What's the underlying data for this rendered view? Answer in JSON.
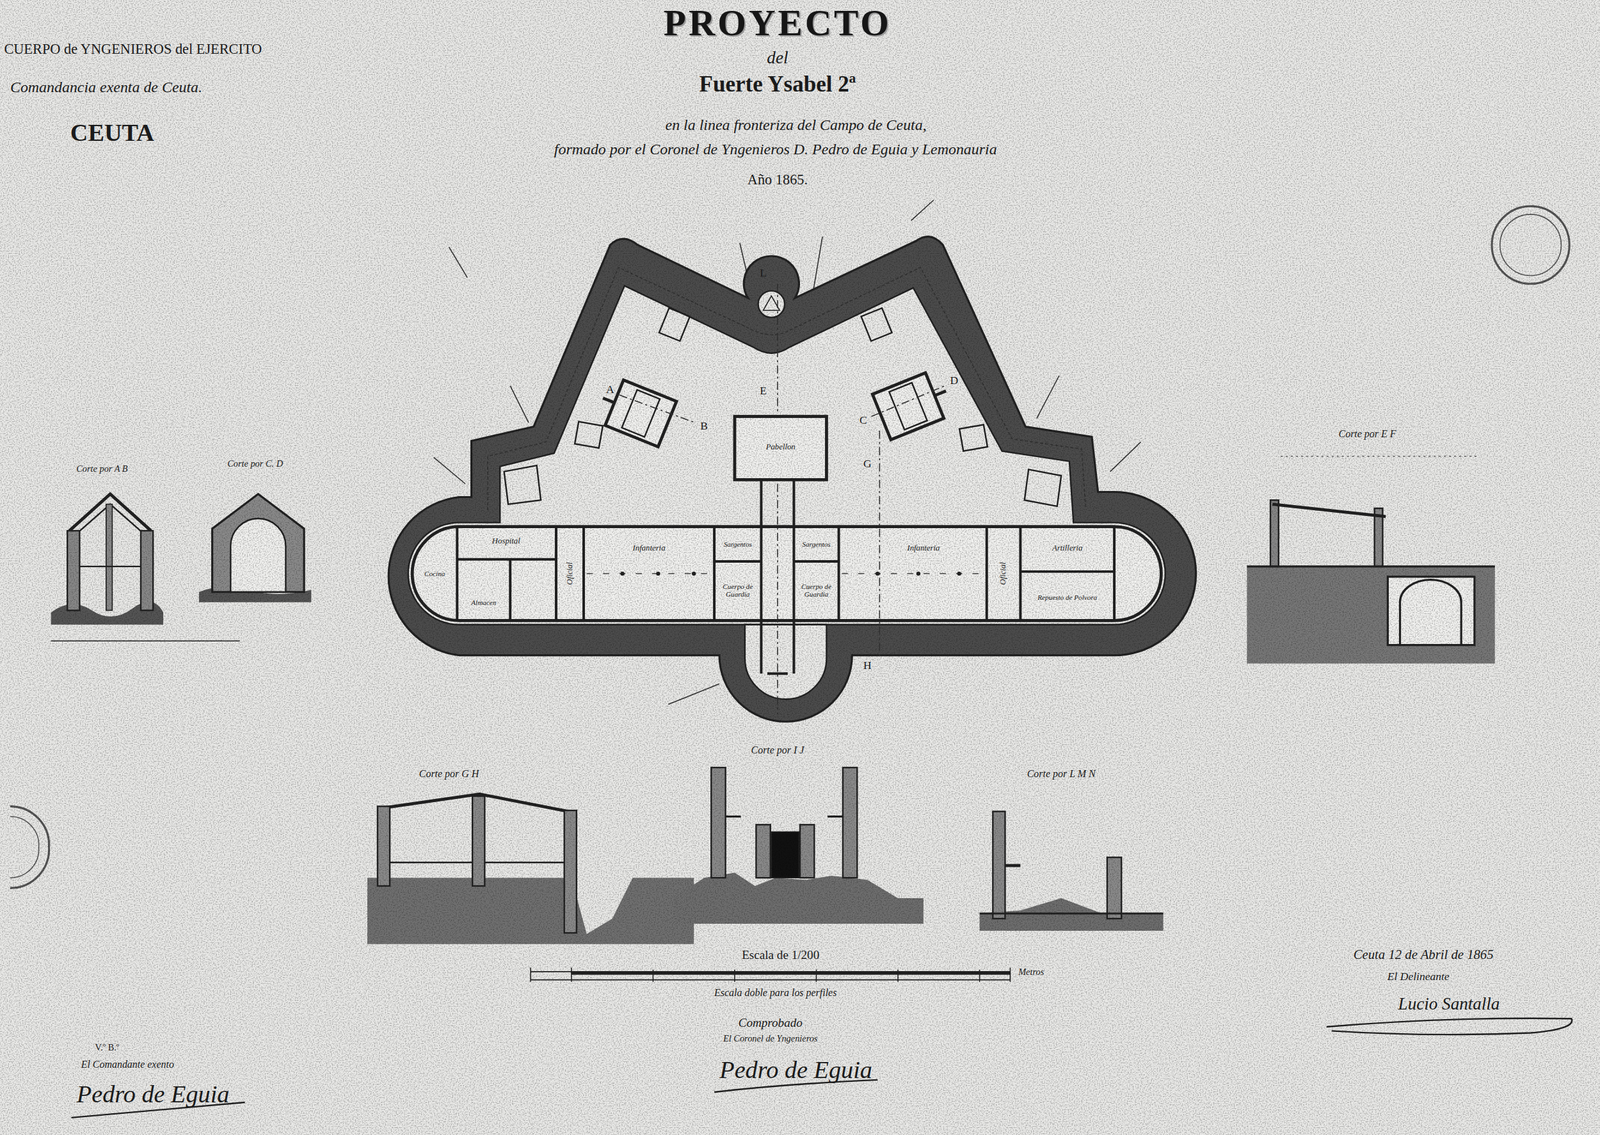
{
  "diagram": {
    "title": "PROYECTO",
    "labels": [
      "CUERPO de YNGENIEROS del EJERCITO",
      "Comandancia exenta de Ceuta.",
      "CEUTA",
      "del",
      "Fuerte Ysabel 2ª",
      "en la linea fronteriza del Campo de Ceuta,",
      "formado por el Coronel de Yngenieros D. Pedro de Eguia y Lemonauria",
      "Año 1865.",
      "Corte por A B",
      "Corte por C. D",
      "Corte por E F",
      "Corte por G H",
      "Corte por I J",
      "Corte por L M N",
      "Escala de 1/200",
      "Metros",
      "Escala doble para los perfiles",
      "Comprobado",
      "El Coronel de Yngenieros",
      "Pedro de Eguia",
      "V.º B.º",
      "El Comandante exento",
      "Pedro de Eguia",
      "Ceuta 12 de Abril de 1865",
      "El Delineante",
      "Lucio Santalla",
      "A",
      "B",
      "C",
      "D",
      "E",
      "G",
      "H",
      "L",
      "Hospital",
      "Cocina",
      "Almacen",
      "Oficial",
      "Infanteria",
      "Sargentos",
      "Cuerpo de Guardia",
      "Sargentos",
      "Cuerpo de Guardia",
      "Infanteria",
      "Oficial",
      "Artilleria",
      "Repuesto de Polvora",
      "Pabellon"
    ]
  }
}
